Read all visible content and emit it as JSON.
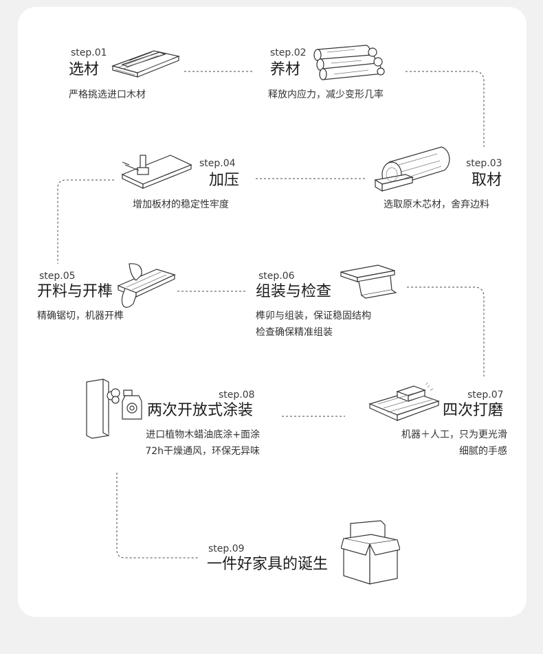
{
  "steps": [
    {
      "num": "step.01",
      "title": "选材",
      "desc": [
        "严格挑选进口木材"
      ],
      "icon": "wood-plank-icon"
    },
    {
      "num": "step.02",
      "title": "养材",
      "desc": [
        "释放内应力，减少变形几率"
      ],
      "icon": "log-pile-icon"
    },
    {
      "num": "step.03",
      "title": "取材",
      "desc": [
        "选取原木芯材，舍弃边料"
      ],
      "icon": "log-cut-icon"
    },
    {
      "num": "step.04",
      "title": "加压",
      "desc": [
        "增加板材的稳定性牢度"
      ],
      "icon": "press-icon"
    },
    {
      "num": "step.05",
      "title": "开料与开榫",
      "desc": [
        "精确锯切，机器开榫"
      ],
      "icon": "saw-board-icon"
    },
    {
      "num": "step.06",
      "title": "组装与检查",
      "desc": [
        "榫卯与组装，保证稳固结构",
        "检查确保精准组装"
      ],
      "icon": "bracket-icon"
    },
    {
      "num": "step.07",
      "title": "四次打磨",
      "desc": [
        "机器＋人工，只为更光滑",
        "细腻的手感"
      ],
      "icon": "sanding-block-icon"
    },
    {
      "num": "step.08",
      "title": "两次开放式涂装",
      "desc": [
        "进口植物木蜡油底涂+面涂",
        "72h干燥通风，环保无异味"
      ],
      "icon": "spray-panel-icon"
    },
    {
      "num": "step.09",
      "title": "一件好家具的诞生",
      "desc": [],
      "icon": "box-icon"
    }
  ],
  "colors": {
    "accent": "#f2c894",
    "line": "#444444",
    "page": "#f1f1f1",
    "card": "#ffffff"
  }
}
